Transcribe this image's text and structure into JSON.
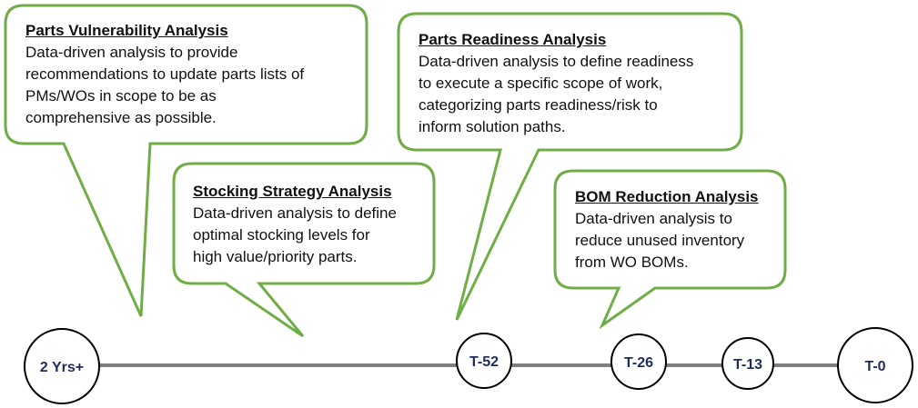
{
  "colors": {
    "callout_border": "#70ad47",
    "timeline": "#7f7f7f",
    "node_border": "#000000",
    "node_text": "#1f2d5a"
  },
  "callouts": [
    {
      "title": "Parts Vulnerability Analysis",
      "lines": [
        "Data-driven analysis to provide",
        "recommendations to update parts lists of",
        "PMs/WOs in scope to be as",
        "comprehensive as possible."
      ]
    },
    {
      "title": "Stocking Strategy Analysis",
      "lines": [
        "Data-driven analysis to define",
        "optimal stocking levels for",
        "high value/priority parts."
      ]
    },
    {
      "title": "Parts Readiness Analysis",
      "lines": [
        "Data-driven analysis to define readiness",
        "to execute a specific scope of work,",
        "categorizing parts readiness/risk to",
        "inform solution paths."
      ]
    },
    {
      "title": "BOM Reduction Analysis",
      "lines": [
        "Data-driven analysis to",
        "reduce unused inventory",
        "from WO BOMs."
      ]
    }
  ],
  "milestones": [
    {
      "label": "2 Yrs+"
    },
    {
      "label": "T-52"
    },
    {
      "label": "T-26"
    },
    {
      "label": "T-13"
    },
    {
      "label": "T-0"
    }
  ]
}
